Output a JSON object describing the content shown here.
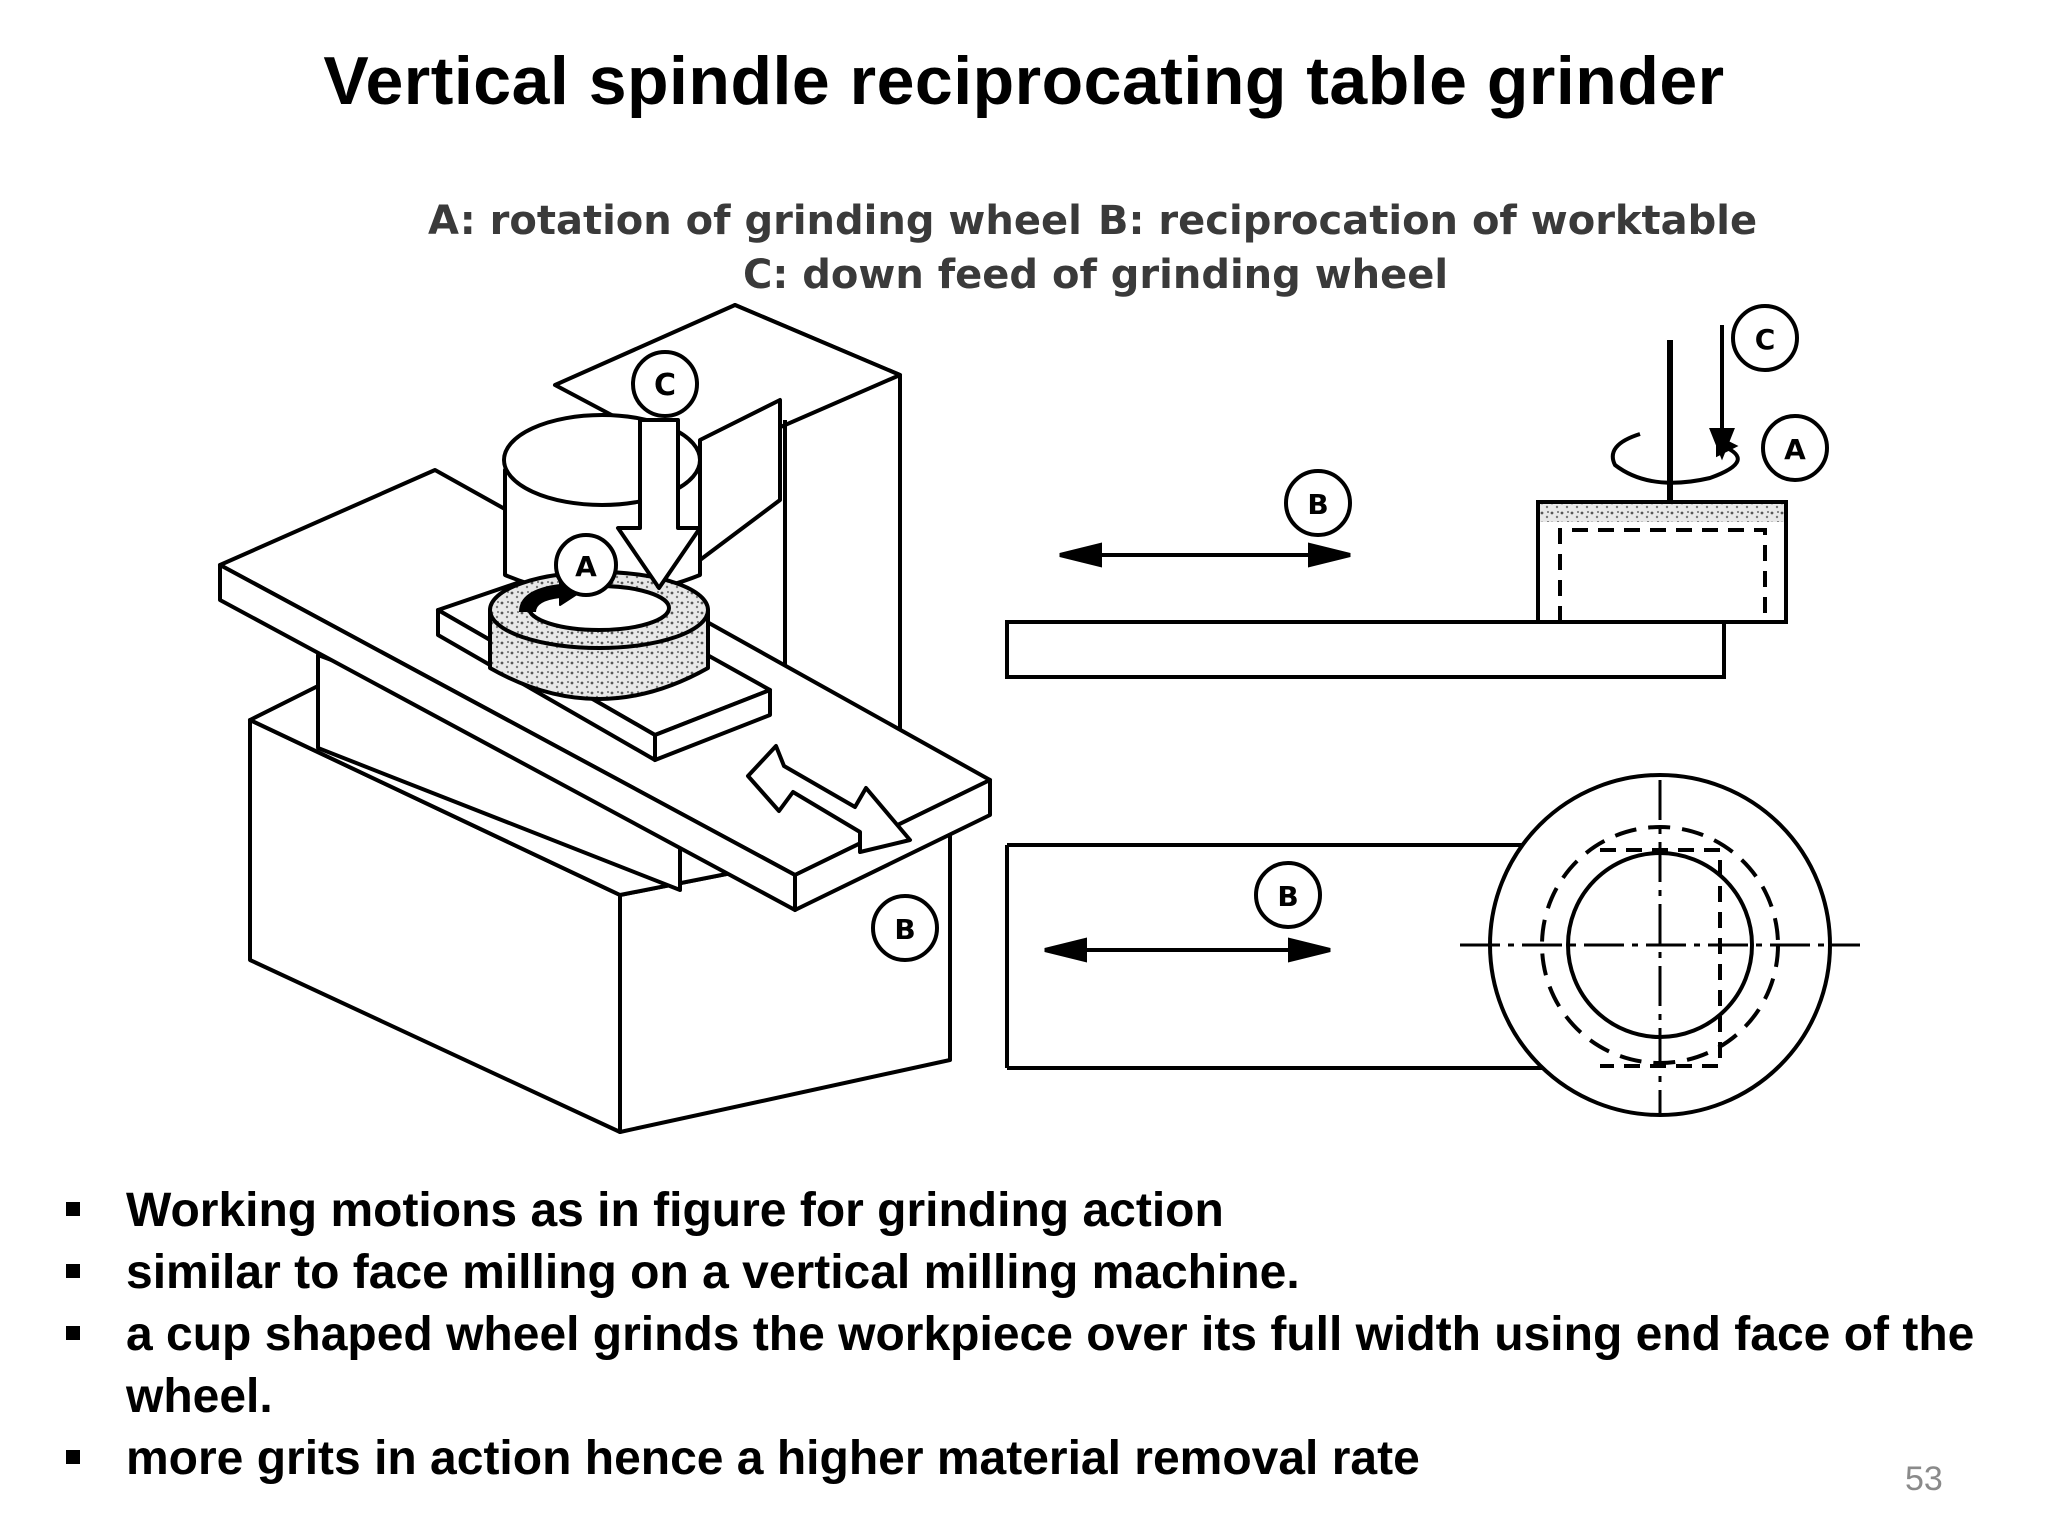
{
  "slide": {
    "title": "Vertical spindle reciprocating table grinder",
    "page_number": "53"
  },
  "figure": {
    "legend_a": "A: rotation of grinding wheel",
    "legend_b": "B: reciprocation of worktable",
    "legend_c": "C: down feed of grinding wheel",
    "marker_a": "A",
    "marker_b": "B",
    "marker_c": "C"
  },
  "bullets": [
    {
      "text": "Working motions as in figure for grinding action"
    },
    {
      "text": "similar to face milling on a vertical milling machine."
    },
    {
      "text": "a cup shaped wheel grinds the workpiece over its full width using end face of the wheel."
    },
    {
      "text": "more grits in action hence a higher material removal rate"
    }
  ]
}
